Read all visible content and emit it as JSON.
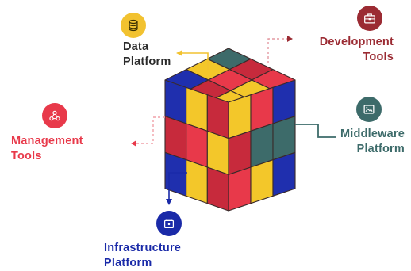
{
  "colors": {
    "data": "#f2c230",
    "data_text": "#2b2b2b",
    "development": "#9b2b33",
    "management": "#e8394a",
    "middleware": "#3d6b6a",
    "infrastructure": "#1a2aa8",
    "cube_blue": "#1f2fae",
    "cube_red": "#c72a3c",
    "cube_crimson": "#e8394a",
    "cube_yellow": "#f3c72a",
    "cube_teal": "#3d6b6a"
  },
  "nodes": {
    "data_platform": {
      "line1": "Data",
      "line2": "Platform",
      "icon": "database-icon"
    },
    "development_tools": {
      "line1": "Development",
      "line2": "Tools",
      "icon": "toolbox-icon"
    },
    "management_tools": {
      "line1": "Management",
      "line2": "Tools",
      "icon": "network-nodes-icon"
    },
    "middleware_platform": {
      "line1": "Middleware",
      "line2": "Platform",
      "icon": "image-window-icon"
    },
    "infrastructure_platform": {
      "line1": "Infrastructure",
      "line2": "Platform",
      "icon": "server-box-icon"
    }
  },
  "cube": {
    "top": [
      [
        "teal",
        "red",
        "crimson"
      ],
      [
        "yellow",
        "crimson",
        "yellow"
      ],
      [
        "blue",
        "red",
        "yellow"
      ]
    ],
    "left": [
      [
        "blue",
        "yellow",
        "red"
      ],
      [
        "red",
        "crimson",
        "yellow"
      ],
      [
        "blue",
        "yellow",
        "red"
      ]
    ],
    "right": [
      [
        "yellow",
        "crimson",
        "blue"
      ],
      [
        "red",
        "teal",
        "teal"
      ],
      [
        "crimson",
        "yellow",
        "blue"
      ]
    ]
  }
}
